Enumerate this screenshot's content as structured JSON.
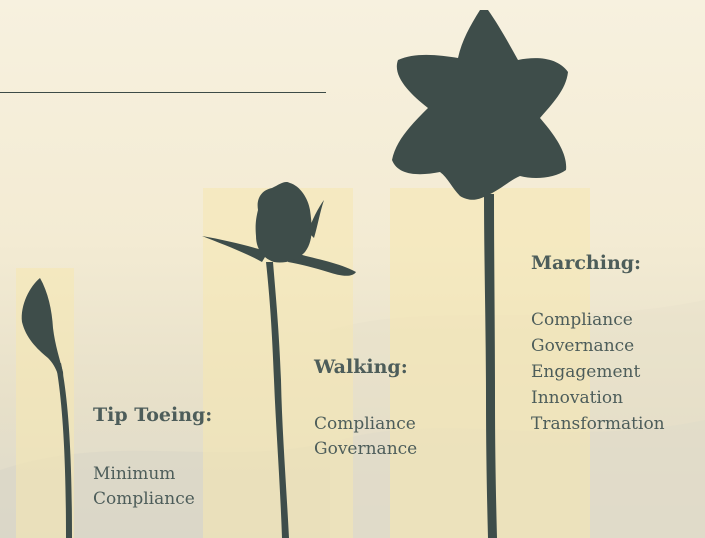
{
  "stages": [
    {
      "heading": "Tip Toeing:",
      "items": [
        "Minimum",
        "Compliance"
      ]
    },
    {
      "heading": "Walking:",
      "items": [
        "Compliance",
        "Governance"
      ]
    },
    {
      "heading": "Marching:",
      "items": [
        "Compliance",
        "Governance",
        "Engagement",
        "Innovation",
        "Transformation"
      ]
    }
  ],
  "colors": {
    "background": "#f3ebd3",
    "silhouette": "#3e4d4a",
    "text": "#4d5d5a",
    "column_highlight": "#f6e8b0"
  }
}
